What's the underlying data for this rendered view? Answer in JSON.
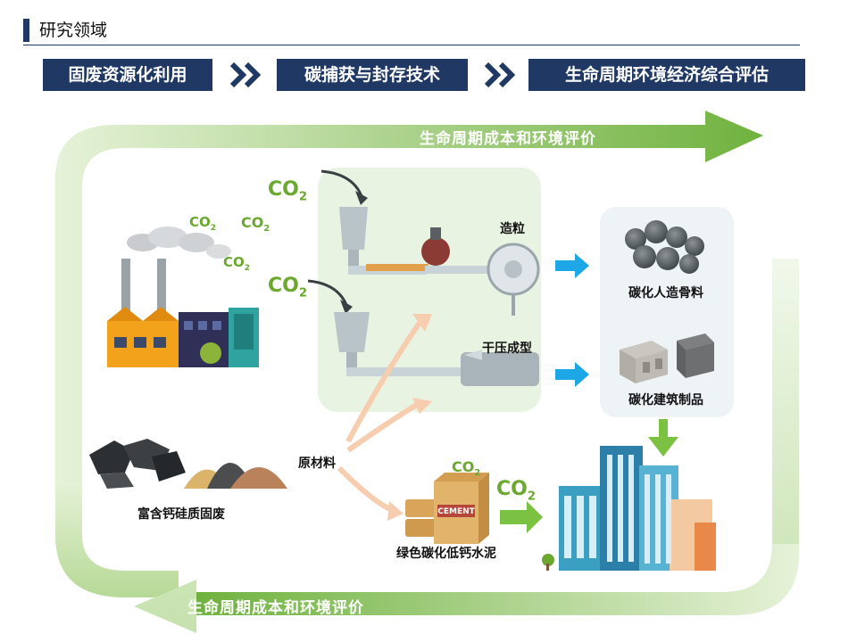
{
  "header": {
    "title": "研究领域"
  },
  "steps": [
    "固废资源化利用",
    "碳捕获与封存技术",
    "生命周期环境经济综合评估"
  ],
  "diagram": {
    "top_band": "生命周期成本和环境评价",
    "bottom_band": "生命周期成本和环境评价",
    "co2": "CO",
    "co2_sub": "2",
    "cement_text": "CEMENT",
    "labels": {
      "granulation": "造粒",
      "dry_press": "干压成型",
      "aggregate": "碳化人造骨料",
      "building": "碳化建筑制品",
      "raw_material": "原材料",
      "solid_waste": "富含钙硅质固废",
      "cement": "绿色碳化低钙水泥"
    }
  },
  "colors": {
    "accent": "#1f3864",
    "band_green": "#7ab648",
    "co2_green": "#6aa82f",
    "arrow_blue": "#1ea7e6"
  }
}
